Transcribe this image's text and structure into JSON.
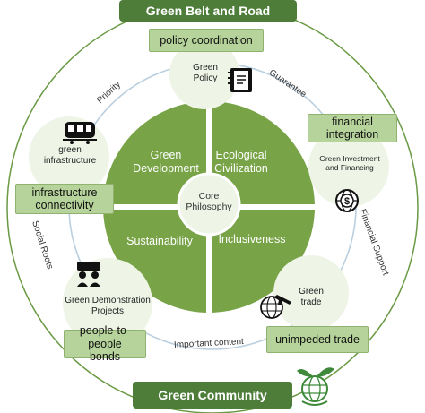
{
  "top_banner": "Green Belt and Road",
  "bottom_banner": "Green Community",
  "core": {
    "center": "Core Philosophy",
    "q1": "Green Development",
    "q2": "Ecological Civilization",
    "q3": "Sustainability",
    "q4": "Inclusiveness"
  },
  "nodes": {
    "policy": "Green Policy",
    "infrastructure": "green infrastructure",
    "investment": "Green Investment and Financing",
    "trade": "Green trade",
    "demonstration": "Green Demonstration Projects"
  },
  "tags": {
    "policy_coordination": "policy coordination",
    "financial_integration": "financial integration",
    "infrastructure_connectivity": "infrastructure connectivity",
    "unimpeded_trade": "unimpeded trade",
    "people_bonds": "people-to-people bonds"
  },
  "links": {
    "priority": "Priority",
    "guarantee": "Guarantee",
    "financial_support": "Financial Support",
    "important_content": "Important content",
    "social_roots": "Social Roots"
  },
  "icons": [
    "notebook-icon",
    "train-icon",
    "dollar-globe-icon",
    "airplane-globe-icon",
    "people-icon",
    "globe-leaf-icon"
  ],
  "colors": {
    "core_green": "#78a347",
    "banner_green": "#4e7d3a",
    "tag_green": "#b5d39a",
    "ring_border": "#6b9a45",
    "node_fill": "#eef4e6"
  }
}
